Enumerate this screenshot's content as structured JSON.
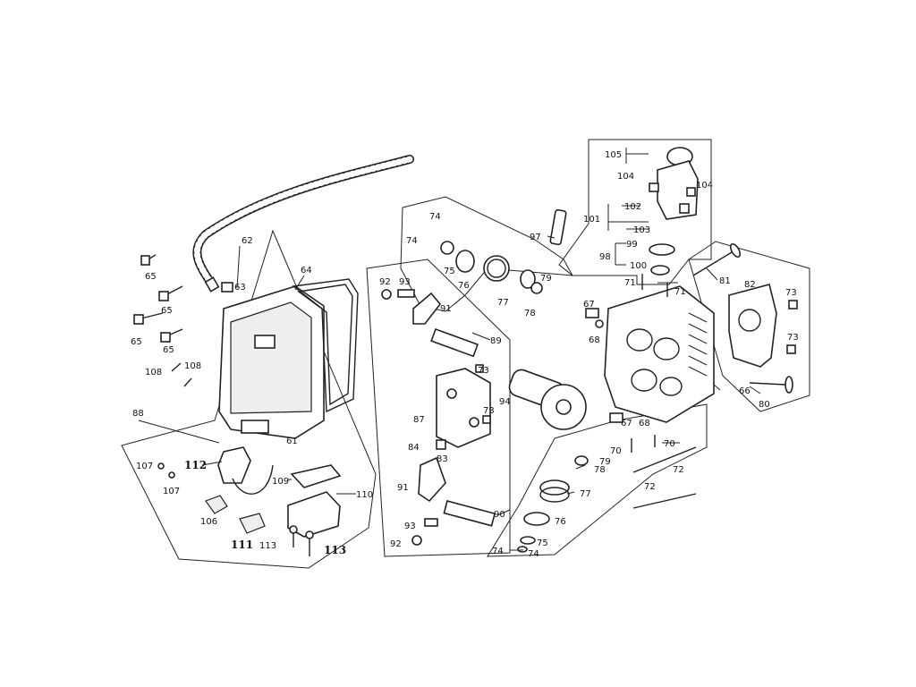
{
  "labels": [
    {
      "id": "105",
      "text": "105"
    },
    {
      "id": "104a",
      "text": "104"
    },
    {
      "id": "104b",
      "text": "104"
    },
    {
      "id": "102",
      "text": "102"
    },
    {
      "id": "101",
      "text": "101"
    },
    {
      "id": "103",
      "text": "103"
    },
    {
      "id": "97",
      "text": "97"
    },
    {
      "id": "99",
      "text": "99"
    },
    {
      "id": "98",
      "text": "98"
    },
    {
      "id": "100",
      "text": "100"
    },
    {
      "id": "74a",
      "text": "74"
    },
    {
      "id": "74b",
      "text": "74"
    },
    {
      "id": "75a",
      "text": "75"
    },
    {
      "id": "76a",
      "text": "76"
    },
    {
      "id": "77a",
      "text": "77"
    },
    {
      "id": "78a",
      "text": "78"
    },
    {
      "id": "79a",
      "text": "79"
    },
    {
      "id": "62",
      "text": "62"
    },
    {
      "id": "63",
      "text": "63"
    },
    {
      "id": "64",
      "text": "64"
    },
    {
      "id": "65a",
      "text": "65"
    },
    {
      "id": "65b",
      "text": "65"
    },
    {
      "id": "65c",
      "text": "65"
    },
    {
      "id": "65d",
      "text": "65"
    },
    {
      "id": "108a",
      "text": "108"
    },
    {
      "id": "108b",
      "text": "108"
    },
    {
      "id": "61",
      "text": "61"
    },
    {
      "id": "88",
      "text": "88"
    },
    {
      "id": "92a",
      "text": "92"
    },
    {
      "id": "93a",
      "text": "93"
    },
    {
      "id": "91a",
      "text": "91"
    },
    {
      "id": "89",
      "text": "89"
    },
    {
      "id": "73a",
      "text": "73"
    },
    {
      "id": "73b",
      "text": "73"
    },
    {
      "id": "87",
      "text": "87"
    },
    {
      "id": "94",
      "text": "94"
    },
    {
      "id": "84",
      "text": "84"
    },
    {
      "id": "83",
      "text": "83"
    },
    {
      "id": "91b",
      "text": "91"
    },
    {
      "id": "90",
      "text": "90"
    },
    {
      "id": "93b",
      "text": "93"
    },
    {
      "id": "92b",
      "text": "92"
    },
    {
      "id": "71a",
      "text": "71"
    },
    {
      "id": "71b",
      "text": "71"
    },
    {
      "id": "81",
      "text": "81"
    },
    {
      "id": "82",
      "text": "82"
    },
    {
      "id": "73c",
      "text": "73"
    },
    {
      "id": "73d",
      "text": "73"
    },
    {
      "id": "67a",
      "text": "67"
    },
    {
      "id": "68a",
      "text": "68"
    },
    {
      "id": "66",
      "text": "66"
    },
    {
      "id": "80",
      "text": "80"
    },
    {
      "id": "67b",
      "text": "67"
    },
    {
      "id": "68b",
      "text": "68"
    },
    {
      "id": "70a",
      "text": "70"
    },
    {
      "id": "70b",
      "text": "70"
    },
    {
      "id": "79b",
      "text": "79"
    },
    {
      "id": "78b",
      "text": "78"
    },
    {
      "id": "72a",
      "text": "72"
    },
    {
      "id": "72b",
      "text": "72"
    },
    {
      "id": "77b",
      "text": "77"
    },
    {
      "id": "76b",
      "text": "76"
    },
    {
      "id": "75b",
      "text": "75"
    },
    {
      "id": "74c",
      "text": "74"
    },
    {
      "id": "74d",
      "text": "74"
    },
    {
      "id": "107a",
      "text": "107"
    },
    {
      "id": "107b",
      "text": "107"
    },
    {
      "id": "112",
      "text": "112"
    },
    {
      "id": "109",
      "text": "109"
    },
    {
      "id": "110",
      "text": "110"
    },
    {
      "id": "106",
      "text": "106"
    },
    {
      "id": "111",
      "text": "111"
    },
    {
      "id": "113a",
      "text": "113"
    },
    {
      "id": "113b",
      "text": "113"
    }
  ]
}
